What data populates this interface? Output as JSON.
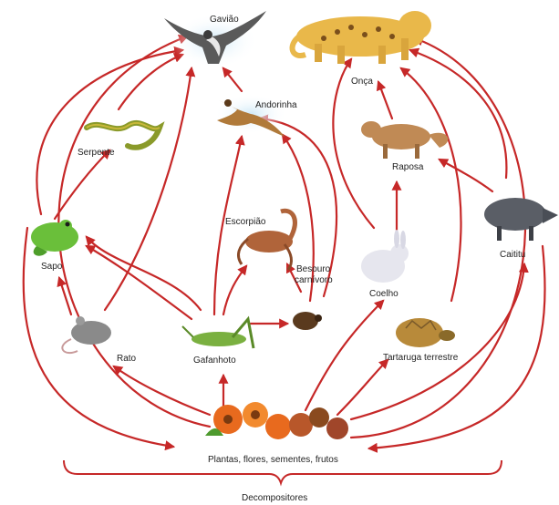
{
  "diagram": {
    "organisms": {
      "gaviao": "Gavião",
      "onca": "Onça",
      "andorinha": "Andorinha",
      "serpente": "Serpente",
      "raposa": "Raposa",
      "escorpiao": "Escorpião",
      "sapo": "Sapo",
      "besouro_1": "Besouro",
      "besouro_2": "carnívoro",
      "coelho": "Coelho",
      "caititu": "Caititu",
      "rato": "Rato",
      "gafanhoto": "Gafanhoto",
      "tartaruga": "Tartaruga terrestre",
      "plantas": "Plantas, flores, sementes, frutos"
    },
    "decomposers": "Decompositores"
  },
  "colors": {
    "arrow": "#c62828",
    "bracket": "#c62828"
  }
}
